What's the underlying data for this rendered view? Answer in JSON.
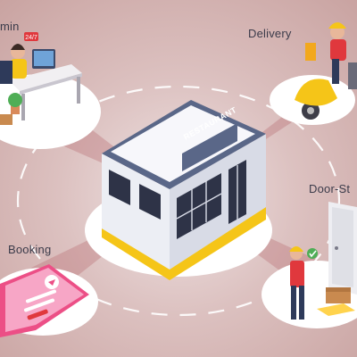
{
  "labels": {
    "admin": "min",
    "delivery": "Delivery",
    "door_step": "Door-St",
    "booking": "Booking"
  },
  "restaurant": {
    "sign": "RESTAURANT"
  },
  "admin_monitor_badge": "24/7",
  "colors": {
    "accent_yellow": "#f5c518",
    "accent_red": "#e0383d",
    "building_blue": "#5a6788",
    "pink_phone": "#ec4f86",
    "bg": "#d9bdbc"
  },
  "icons": [
    "headset-agent-icon",
    "scooter-courier-icon",
    "door-delivery-icon",
    "phone-booking-icon",
    "restaurant-building-icon"
  ]
}
